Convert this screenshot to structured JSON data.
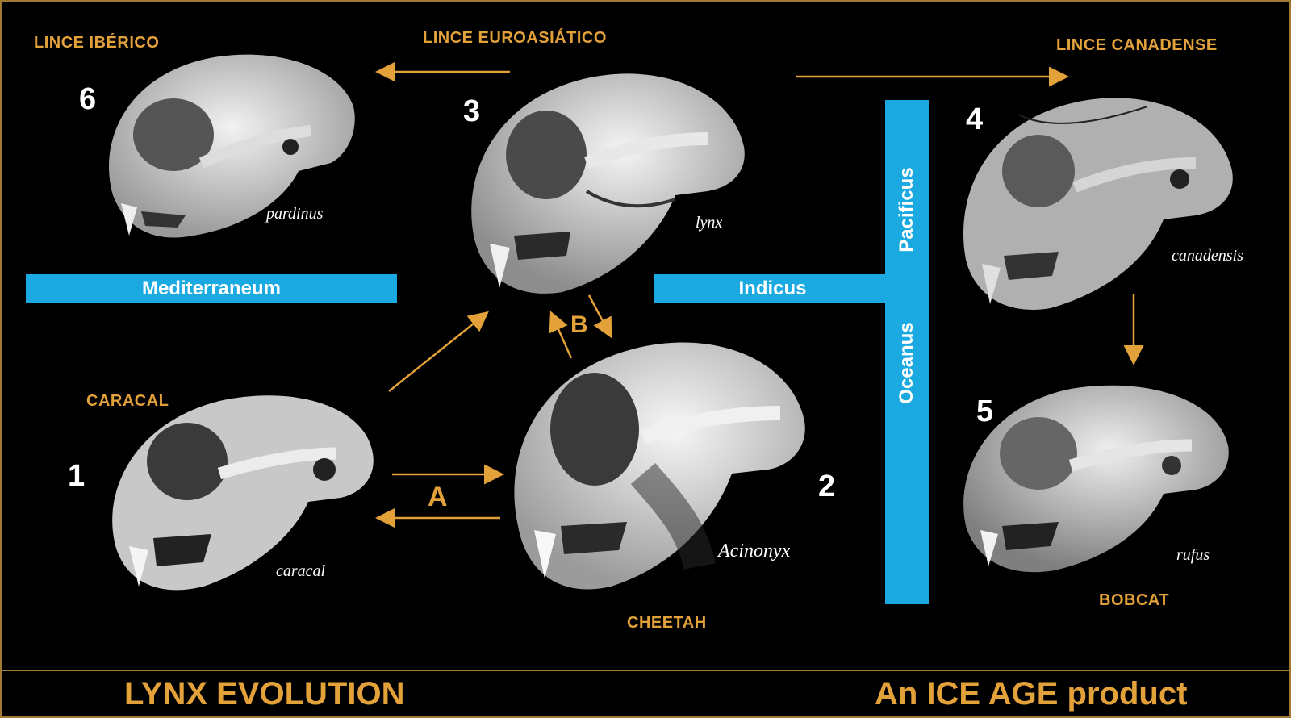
{
  "labels": {
    "iberico": "LINCE IBÉRICO",
    "euroasiatico": "LINCE EUROASIÁTICO",
    "canadense": "LINCE CANADENSE",
    "caracal": "CARACAL",
    "cheetah": "CHEETAH",
    "bobcat": "BOBCAT"
  },
  "numbers": {
    "n1": "1",
    "n2": "2",
    "n3": "3",
    "n4": "4",
    "n5": "5",
    "n6": "6"
  },
  "species": {
    "pardinus": "pardinus",
    "lynx": "lynx",
    "canadensis": "canadensis",
    "caracal": "caracal",
    "acinonyx": "Acinonyx",
    "rufus": "rufus"
  },
  "transitions": {
    "a": "A",
    "b": "B"
  },
  "seas": {
    "mediterraneum": "Mediterraneum",
    "indicus": "Indicus",
    "pacificus": "Pacificus",
    "oceanus": "Oceanus"
  },
  "footer": {
    "title": "LYNX EVOLUTION",
    "credit": "An ICE AGE product"
  },
  "colors": {
    "accent": "#e3a13a",
    "sea": "#1aa9e0",
    "background": "#000000",
    "border": "#a07a32"
  }
}
